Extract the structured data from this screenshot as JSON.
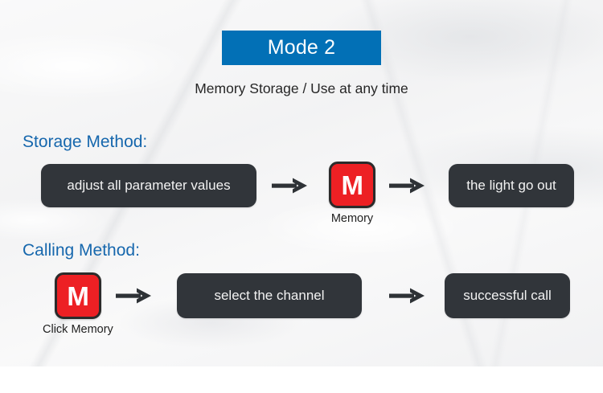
{
  "header": {
    "banner_label": "Mode 2",
    "banner_color": "#0270b6",
    "subtitle": "Memory Storage / Use at any time"
  },
  "colors": {
    "accent_blue": "#0270b6",
    "heading_blue": "#1667ad",
    "pill_dark": "#31353a",
    "memory_red": "#ed2024",
    "memory_border": "#2b2b2b",
    "arrow_dark": "#2e3236",
    "background": "#f3f3f4"
  },
  "sections": [
    {
      "heading": "Storage Method:",
      "steps": [
        {
          "kind": "pill",
          "label": "adjust all parameter values"
        },
        {
          "kind": "arrow",
          "label": "arrow-right"
        },
        {
          "kind": "memory",
          "letter": "M",
          "caption": "Memory"
        },
        {
          "kind": "arrow",
          "label": "arrow-right"
        },
        {
          "kind": "pill",
          "label": "the light go out"
        }
      ]
    },
    {
      "heading": "Calling Method:",
      "steps": [
        {
          "kind": "memory",
          "letter": "M",
          "caption": "Click Memory"
        },
        {
          "kind": "arrow",
          "label": "arrow-right"
        },
        {
          "kind": "pill",
          "label": "select the channel"
        },
        {
          "kind": "arrow",
          "label": "arrow-right"
        },
        {
          "kind": "pill",
          "label": "successful call"
        }
      ]
    }
  ]
}
